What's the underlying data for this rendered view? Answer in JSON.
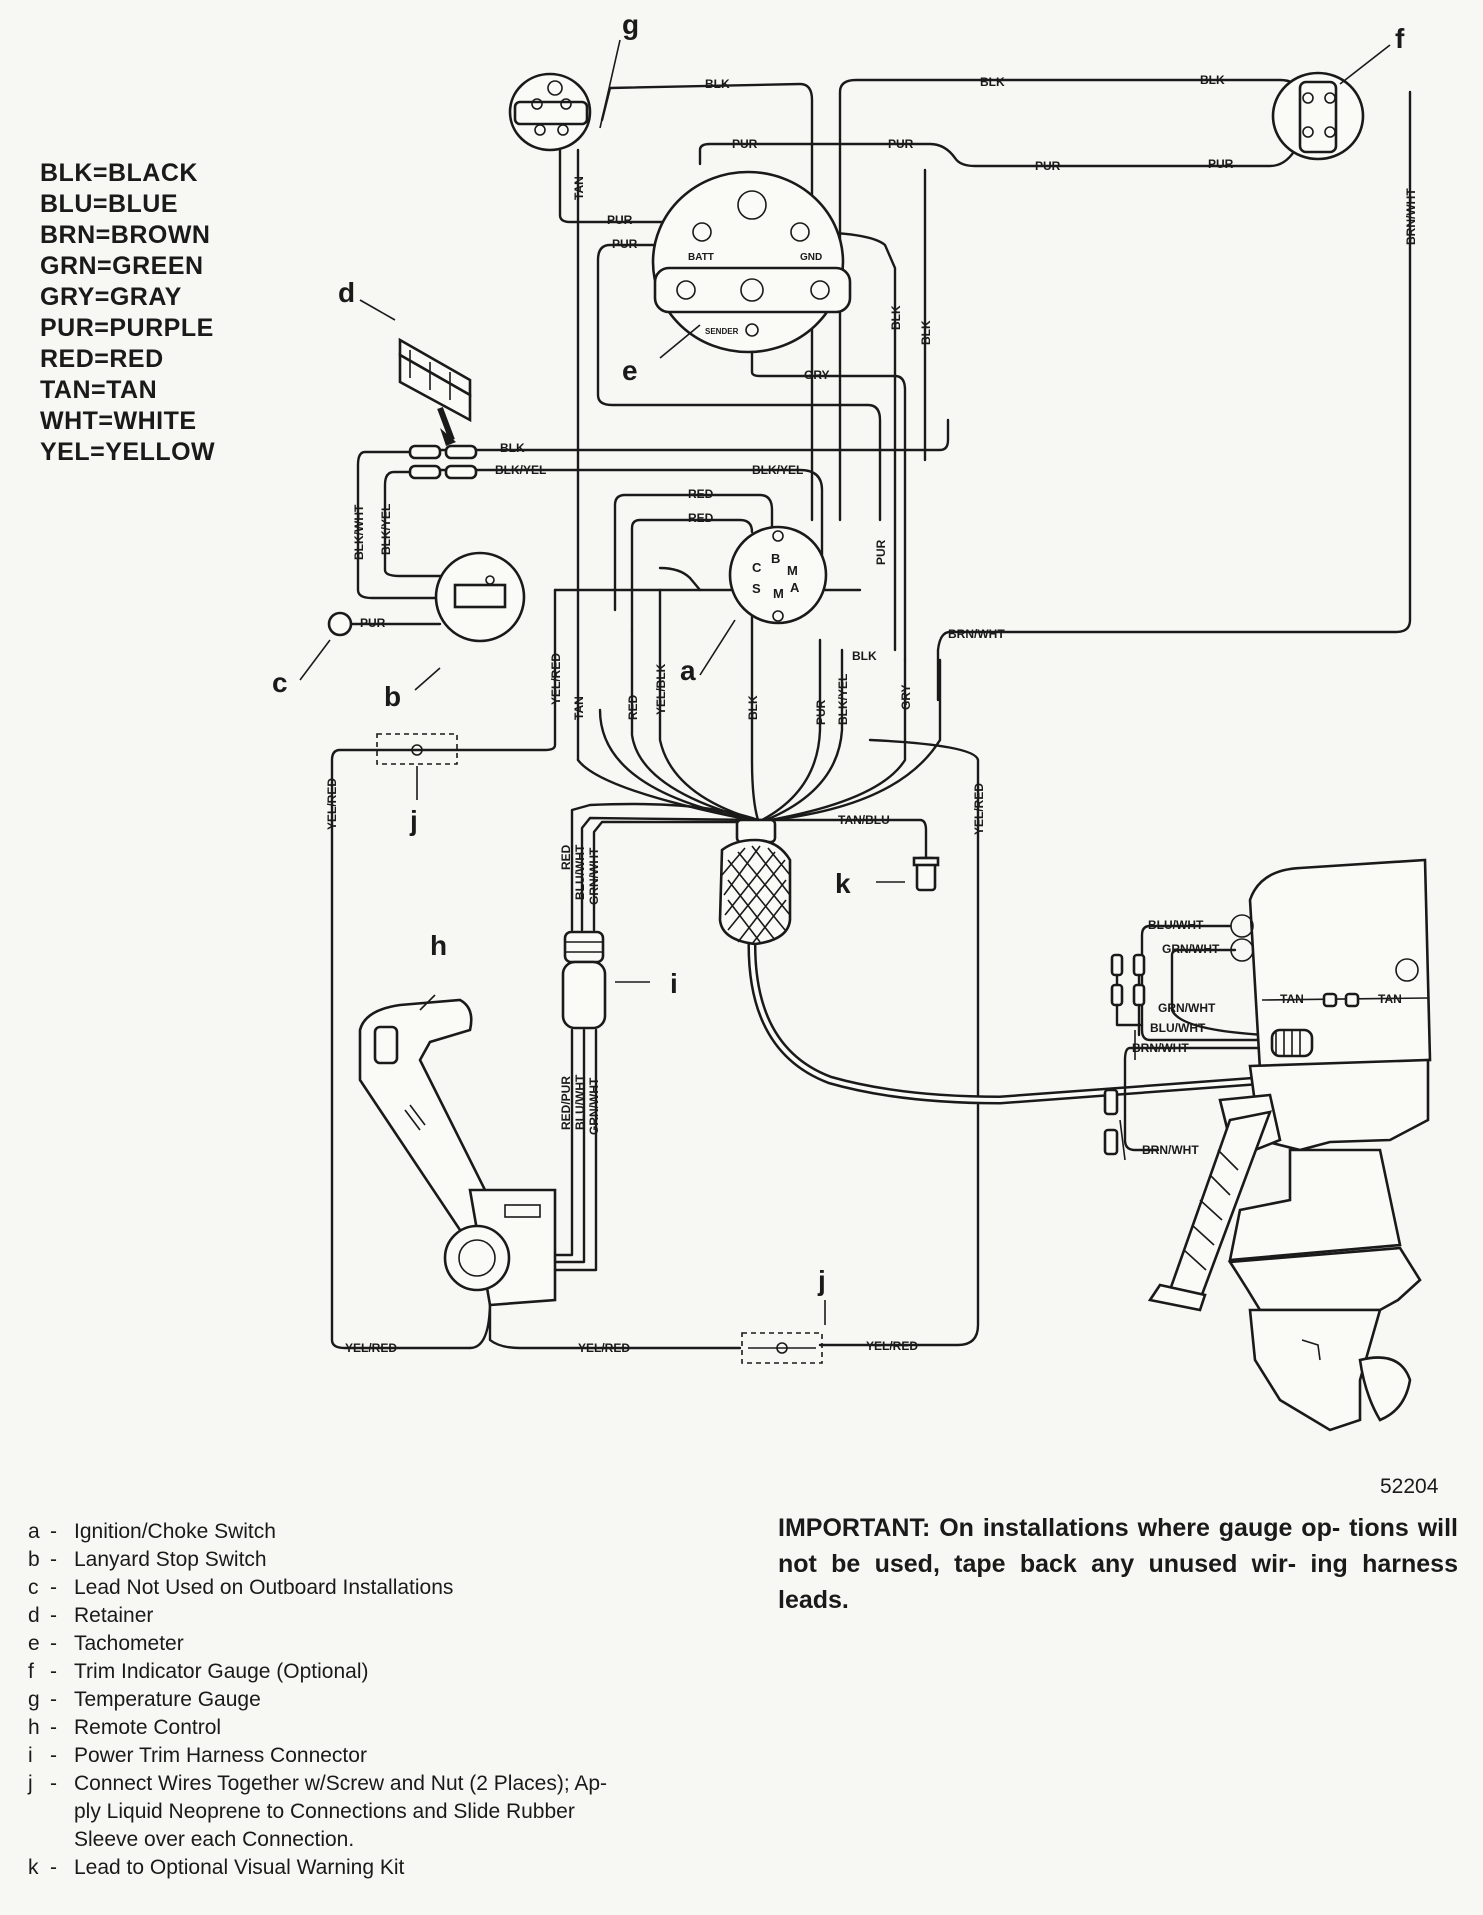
{
  "color_key": [
    "BLK=BLACK",
    "BLU=BLUE",
    "BRN=BROWN",
    "GRN=GREEN",
    "GRY=GRAY",
    "PUR=PURPLE",
    "RED=RED",
    "TAN=TAN",
    "WHT=WHITE",
    "YEL=YELLOW"
  ],
  "callouts": {
    "a": "a",
    "b": "b",
    "c": "c",
    "d": "d",
    "e": "e",
    "f": "f",
    "g": "g",
    "h": "h",
    "i": "i",
    "j": "j",
    "k": "k"
  },
  "wire_labels": {
    "blk": "BLK",
    "pur": "PUR",
    "tan": "TAN",
    "gry": "GRY",
    "red": "RED",
    "brn_wht": "BRN/WHT",
    "blk_yel": "BLK/YEL",
    "blk_wht": "BLK/WHT",
    "yel_red": "YEL/RED",
    "yel_blk": "YEL/BLK",
    "tan_blu": "TAN/BLU",
    "blu_wht": "BLU/WHT",
    "grn_wht": "GRN/WHT",
    "red_pur": "RED/PUR"
  },
  "gauge_terminals": {
    "batt": "BATT",
    "gnd": "GND",
    "sender": "SENDER"
  },
  "switch_terminals": {
    "b": "B",
    "c": "C",
    "m": "M",
    "s": "S",
    "a": "A"
  },
  "figure_number": "52204",
  "legend": [
    {
      "key": "a",
      "text": "Ignition/Choke Switch"
    },
    {
      "key": "b",
      "text": "Lanyard Stop Switch"
    },
    {
      "key": "c",
      "text": "Lead Not Used on Outboard Installations"
    },
    {
      "key": "d",
      "text": "Retainer"
    },
    {
      "key": "e",
      "text": "Tachometer"
    },
    {
      "key": "f",
      "text": "Trim Indicator Gauge (Optional)"
    },
    {
      "key": "g",
      "text": "Temperature Gauge"
    },
    {
      "key": "h",
      "text": "Remote Control"
    },
    {
      "key": "i",
      "text": "Power Trim Harness Connector"
    },
    {
      "key": "j",
      "text": "Connect Wires Together w/Screw and Nut (2 Places); Ap-"
    },
    {
      "key": "",
      "text": "ply Liquid Neoprene to Connections and Slide Rubber"
    },
    {
      "key": "",
      "text": "Sleeve over each Connection."
    },
    {
      "key": "k",
      "text": "Lead to Optional Visual Warning Kit"
    }
  ],
  "important": {
    "label": "IMPORTANT:",
    "text": "On installations where gauge op- tions will not be used, tape back any unused wir- ing harness leads."
  }
}
